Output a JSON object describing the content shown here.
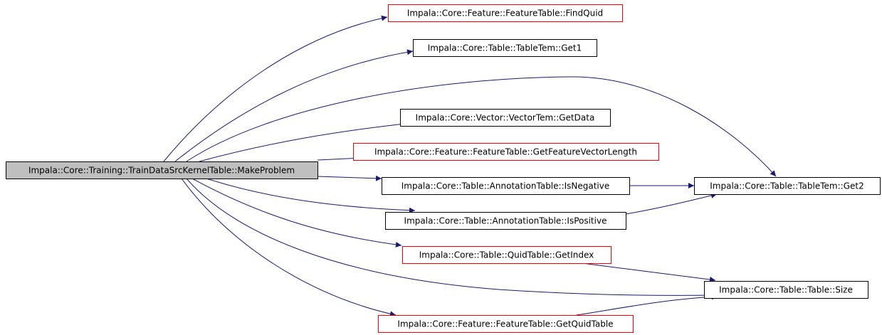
{
  "colors": {
    "edge": "#191970",
    "root_fill": "#bfbfbf",
    "root_border": "#000000",
    "node_fill": "#ffffff",
    "border_documented": "#000000",
    "border_undocumented": "#ff0000"
  },
  "graph": {
    "nodes": [
      {
        "id": "make_problem",
        "label": "Impala::Core::Training::TrainDataSrcKernelTable::MakeProblem",
        "kind": "root"
      },
      {
        "id": "find_quid",
        "label": "Impala::Core::Feature::FeatureTable::FindQuid",
        "kind": "undocumented"
      },
      {
        "id": "get1",
        "label": "Impala::Core::Table::TableTem::Get1",
        "kind": "documented"
      },
      {
        "id": "get_data",
        "label": "Impala::Core::Vector::VectorTem::GetData",
        "kind": "documented"
      },
      {
        "id": "get_feature_vector_length",
        "label": "Impala::Core::Feature::FeatureTable::GetFeatureVectorLength",
        "kind": "undocumented"
      },
      {
        "id": "is_negative",
        "label": "Impala::Core::Table::AnnotationTable::IsNegative",
        "kind": "documented"
      },
      {
        "id": "is_positive",
        "label": "Impala::Core::Table::AnnotationTable::IsPositive",
        "kind": "documented"
      },
      {
        "id": "get_index",
        "label": "Impala::Core::Table::QuidTable::GetIndex",
        "kind": "undocumented"
      },
      {
        "id": "get_quid_table",
        "label": "Impala::Core::Feature::FeatureTable::GetQuidTable",
        "kind": "undocumented"
      },
      {
        "id": "get2",
        "label": "Impala::Core::Table::TableTem::Get2",
        "kind": "documented"
      },
      {
        "id": "size",
        "label": "Impala::Core::Table::Table::Size",
        "kind": "documented"
      }
    ],
    "edges": [
      {
        "from": "make_problem",
        "to": "find_quid"
      },
      {
        "from": "make_problem",
        "to": "get1"
      },
      {
        "from": "make_problem",
        "to": "get2"
      },
      {
        "from": "make_problem",
        "to": "get_data"
      },
      {
        "from": "make_problem",
        "to": "get_feature_vector_length"
      },
      {
        "from": "make_problem",
        "to": "is_negative"
      },
      {
        "from": "make_problem",
        "to": "is_positive"
      },
      {
        "from": "make_problem",
        "to": "get_index"
      },
      {
        "from": "make_problem",
        "to": "size"
      },
      {
        "from": "make_problem",
        "to": "get_quid_table"
      },
      {
        "from": "is_negative",
        "to": "get2"
      },
      {
        "from": "is_positive",
        "to": "get2"
      },
      {
        "from": "get_index",
        "to": "size"
      },
      {
        "from": "get_quid_table",
        "to": "size"
      }
    ]
  }
}
